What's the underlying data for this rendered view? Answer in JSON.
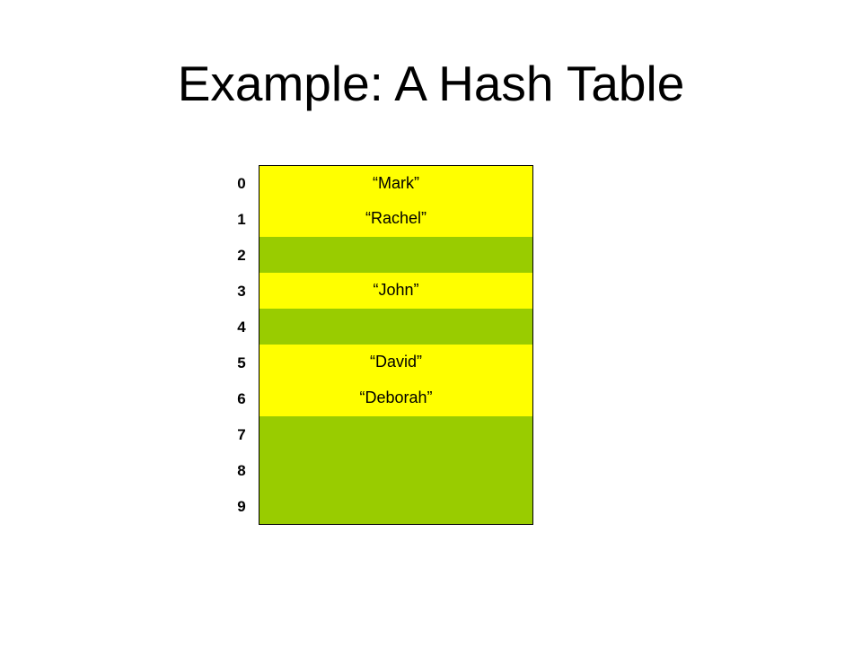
{
  "slide": {
    "title": "Example: A Hash Table"
  },
  "colors": {
    "filled": "#ffff00",
    "empty": "#99cc00",
    "border": "#000000"
  },
  "hash_table": {
    "slots": [
      {
        "index": "0",
        "value": "“Mark”"
      },
      {
        "index": "1",
        "value": "“Rachel”"
      },
      {
        "index": "2",
        "value": ""
      },
      {
        "index": "3",
        "value": "“John”"
      },
      {
        "index": "4",
        "value": ""
      },
      {
        "index": "5",
        "value": "“David”"
      },
      {
        "index": "6",
        "value": "“Deborah”"
      },
      {
        "index": "7",
        "value": ""
      },
      {
        "index": "8",
        "value": ""
      },
      {
        "index": "9",
        "value": ""
      }
    ]
  }
}
